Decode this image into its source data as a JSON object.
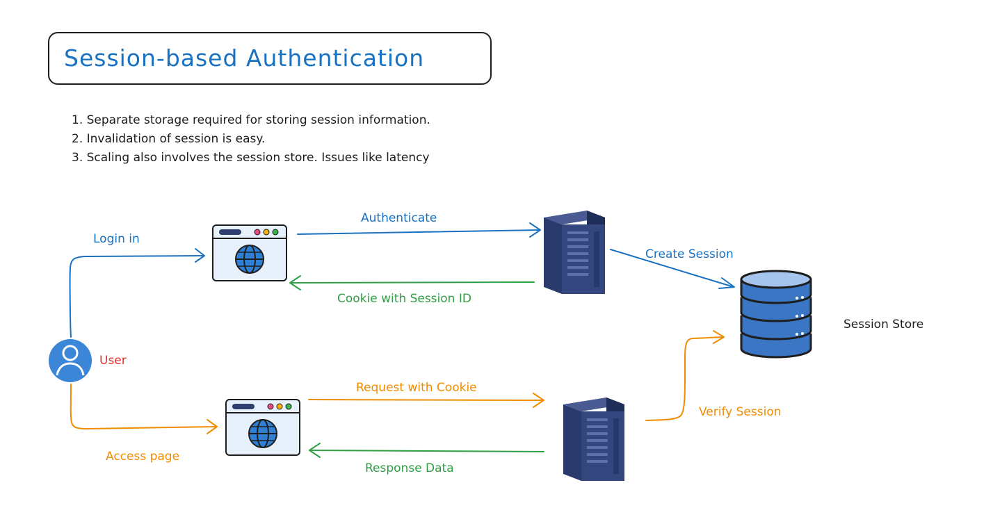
{
  "title": "Session-based Authentication",
  "notes": [
    "1. Separate storage required for storing session information.",
    "2. Invalidation of session is easy.",
    "3. Scaling also involves the session store. Issues like latency"
  ],
  "labels": {
    "login": "Login in",
    "authenticate": "Authenticate",
    "cookie": "Cookie with Session ID",
    "create_session": "Create Session",
    "session_store": "Session Store",
    "user": "User",
    "request": "Request with Cookie",
    "verify": "Verify Session",
    "access": "Access page",
    "response": "Response Data"
  },
  "colors": {
    "blue": "#1971c2",
    "green": "#2f9e44",
    "orange": "#f08c00",
    "red": "#e03131",
    "server": "#2f3f70",
    "database": "#3b76c4",
    "browser_bg": "#e7f1fb"
  }
}
